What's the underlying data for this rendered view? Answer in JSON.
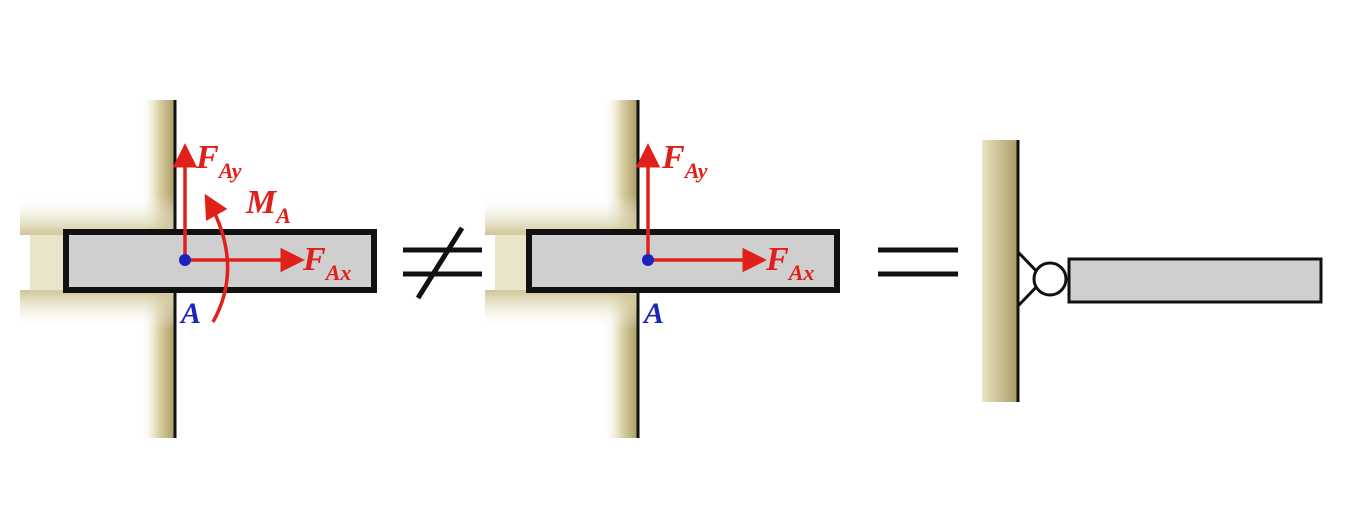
{
  "diagram": {
    "panels": [
      {
        "id": "fixed-support",
        "point_label": "A",
        "forces": [
          {
            "symbol": "F",
            "subscript": "Ay"
          },
          {
            "symbol": "F",
            "subscript": "Ax"
          }
        ],
        "moment": {
          "symbol": "M",
          "subscript": "A"
        }
      },
      {
        "id": "pin-support-forces",
        "point_label": "A",
        "forces": [
          {
            "symbol": "F",
            "subscript": "Ay"
          },
          {
            "symbol": "F",
            "subscript": "Ax"
          }
        ]
      },
      {
        "id": "pin-support-symbol"
      }
    ],
    "operators": [
      "≠",
      "="
    ],
    "colors": {
      "force_arrow": "#e0201b",
      "point_label": "#1b24b8",
      "beam_fill": "#cfcfcf",
      "beam_outline": "#111111",
      "wall_shade": "#b8ab78"
    }
  }
}
